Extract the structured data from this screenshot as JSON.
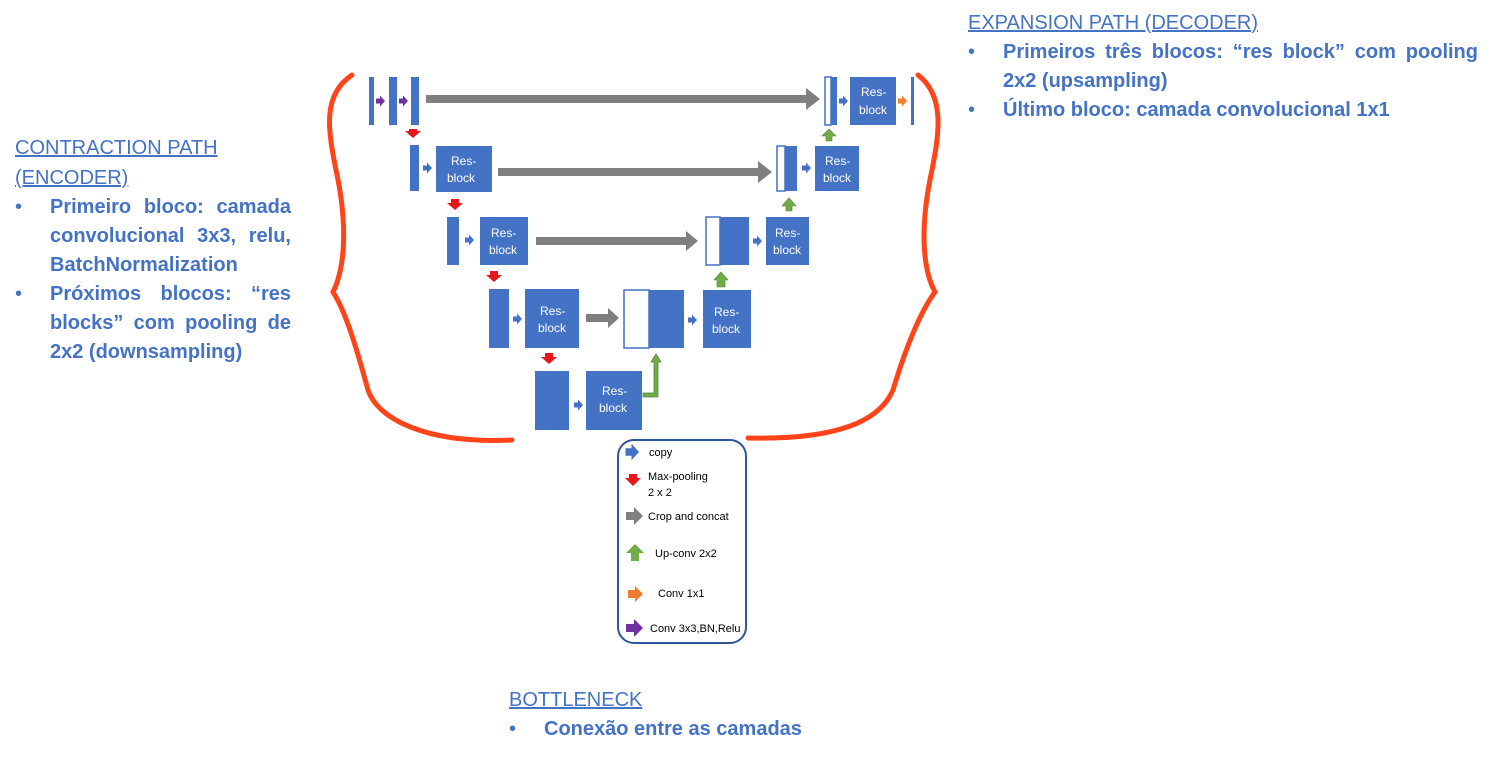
{
  "contraction": {
    "title_line1": "CONTRACTION PATH",
    "title_line2": "(ENCODER)",
    "bullets": [
      "Primeiro bloco: camada convolucional 3x3, relu, BatchNormalization",
      "Próximos blocos: “res blocks” com pooling de 2x2 (downsampling)"
    ]
  },
  "expansion": {
    "title": "EXPANSION PATH (DECODER)",
    "bullets": [
      "Primeiros três blocos: “res block” com pooling 2x2 (upsampling)",
      "Último bloco: camada convolucional 1x1"
    ]
  },
  "bottleneck": {
    "title": "BOTTLENECK",
    "bullets": [
      "Conexão entre as camadas"
    ]
  },
  "block_label_line1": "Res-",
  "block_label_line2": "block",
  "legend": {
    "copy": "copy",
    "maxpool_line1": "Max-pooling",
    "maxpool_line2": "2 x 2",
    "crop": "Crop and concat",
    "upconv": "Up-conv 2x2",
    "conv1x1": "Conv 1x1",
    "conv3x3": "Conv 3x3,BN,Relu"
  },
  "colors": {
    "block": "#4472C4",
    "brace": "#FF4419",
    "gray_arrow": "#7F7F7F",
    "pool_arrow": "#E8151B",
    "up_arrow": "#70AD47",
    "conv1x1_arrow": "#ED7D31",
    "conv3x3_arrow": "#7030A0",
    "legend_border": "#2F5597"
  }
}
